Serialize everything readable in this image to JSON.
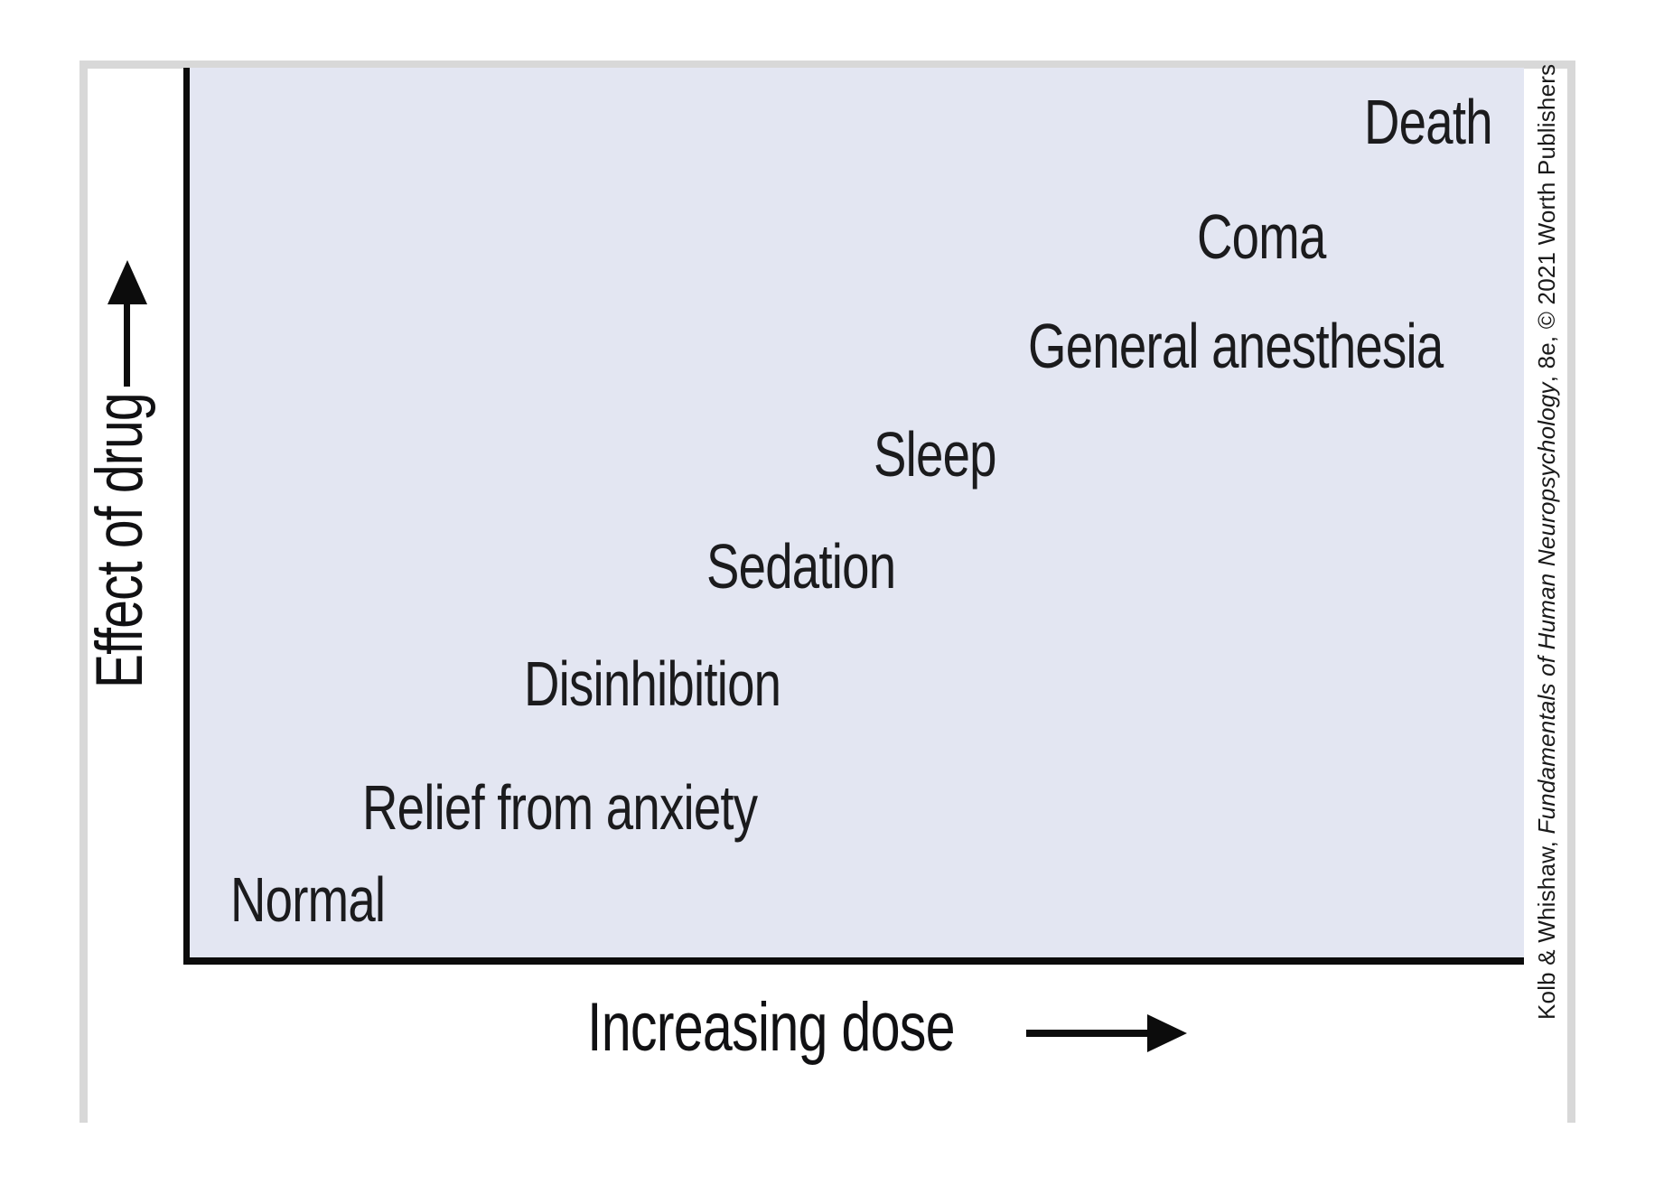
{
  "figure_type": "textbook figure: behavioral effects of increasing doses of a sedative-hypnotic drug",
  "chart_data": {
    "type": "scatter",
    "title": "",
    "xlabel": "Increasing dose",
    "ylabel": "Effect of drug",
    "axis_style": "conceptual axes with directional arrows, no ticks, no numeric scale",
    "legend": "none",
    "grid": false,
    "xlim": [
      0,
      1
    ],
    "ylim": [
      0,
      1
    ],
    "plot_background": "#e3e6f2",
    "points": [
      {
        "label": "Normal",
        "dose": 0.09,
        "effect": 0.04
      },
      {
        "label": "Relief from anxiety",
        "dose": 0.26,
        "effect": 0.14
      },
      {
        "label": "Disinhibition",
        "dose": 0.36,
        "effect": 0.28
      },
      {
        "label": "Sedation",
        "dose": 0.45,
        "effect": 0.41
      },
      {
        "label": "Sleep",
        "dose": 0.56,
        "effect": 0.54
      },
      {
        "label": "General anesthesia",
        "dose": 0.66,
        "effect": 0.66
      },
      {
        "label": "Coma",
        "dose": 0.81,
        "effect": 0.79
      },
      {
        "label": "Death",
        "dose": 0.93,
        "effect": 0.91
      }
    ]
  },
  "axes": {
    "x_label": "Increasing dose",
    "y_label": "Effect of drug"
  },
  "attribution": {
    "pre": "Kolb & Whishaw, ",
    "title_italic": "Fundamentals of Human Neuropsychology",
    "post": ", 8e, © 2021 Worth Publishers"
  },
  "colors": {
    "plot_background": "#e3e6f2",
    "frame_gray": "#d8d8d8",
    "axis_black": "#0c0c0c",
    "text": "#1b1b1d",
    "page_background": "#ffffff"
  }
}
